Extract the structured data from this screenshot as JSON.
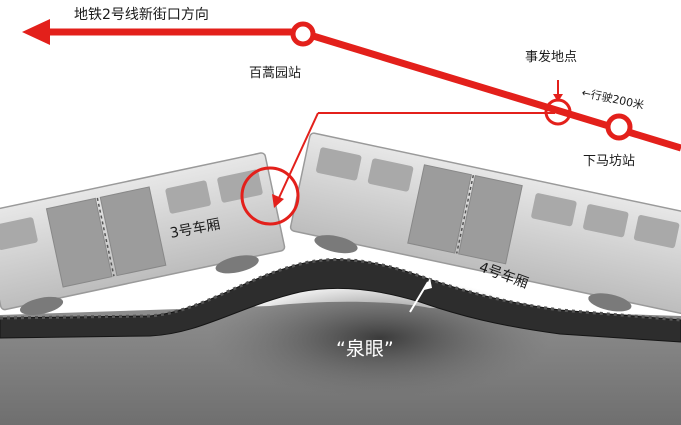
{
  "line": {
    "direction_label": "地铁2号线新街口方向",
    "station_left": "百蒿园站",
    "station_right": "下马坊站",
    "incident_label": "事发地点",
    "distance_label": "←行驶200米",
    "color": "#e3201b"
  },
  "cars": {
    "car3_label": "3号车厢",
    "car4_label": "4号车厢"
  },
  "ground": {
    "spring_label": "“泉眼”"
  }
}
